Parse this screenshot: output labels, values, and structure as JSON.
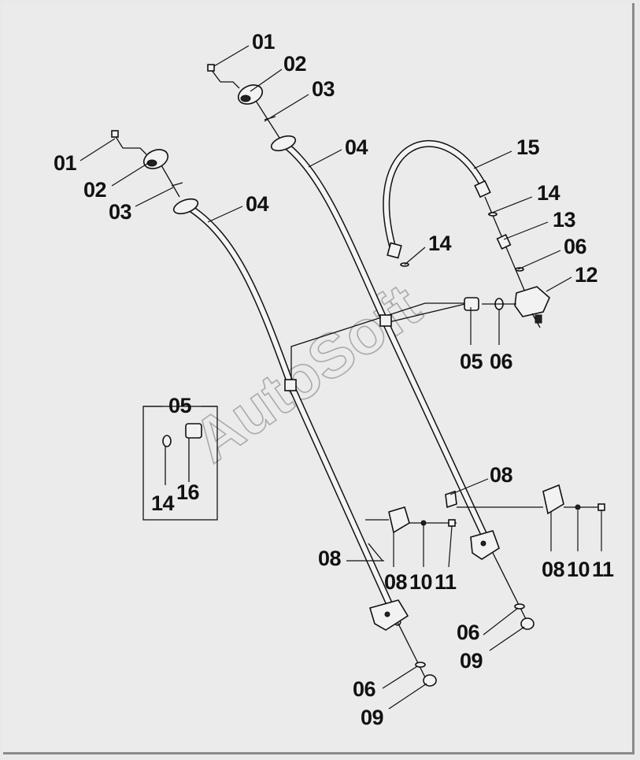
{
  "watermark": "AutoSoft",
  "labels": {
    "l01a": "01",
    "l02a": "02",
    "l03a": "03",
    "l04a": "04",
    "l01b": "01",
    "l02b": "02",
    "l03b": "03",
    "l04b": "04",
    "l15": "15",
    "l14a": "14",
    "l13": "13",
    "l06a": "06",
    "l12": "12",
    "l14b": "14",
    "l05a": "05",
    "l06b": "06",
    "l05b": "05",
    "l14c": "14",
    "l16": "16",
    "l08a": "08",
    "l08b": "08",
    "l08c": "08",
    "l10a": "10",
    "l11a": "11",
    "l08d": "08",
    "l10b": "10",
    "l11b": "11",
    "l06c": "06",
    "l09a": "09",
    "l06d": "06",
    "l09b": "09"
  }
}
